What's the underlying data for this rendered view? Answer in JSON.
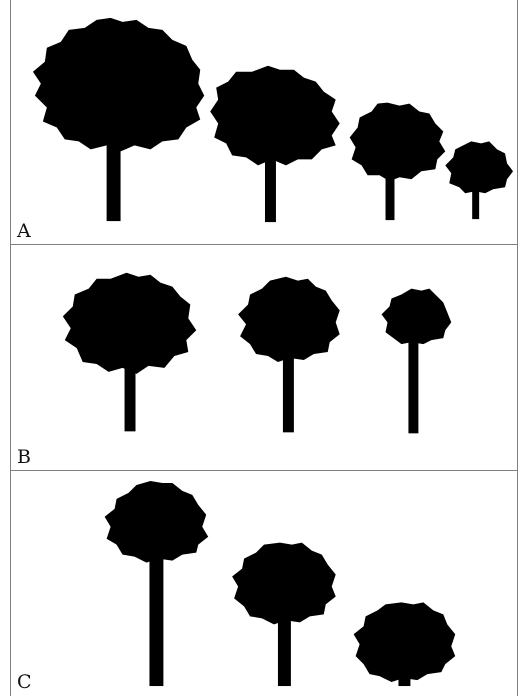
{
  "figure": {
    "colors": {
      "tree": "#000000",
      "border": "#808080",
      "background": "#ffffff"
    },
    "icon": "tree-silhouette",
    "panels": [
      {
        "label": "A",
        "tree_count": 4
      },
      {
        "label": "B",
        "tree_count": 3
      },
      {
        "label": "C",
        "tree_count": 3
      }
    ]
  }
}
